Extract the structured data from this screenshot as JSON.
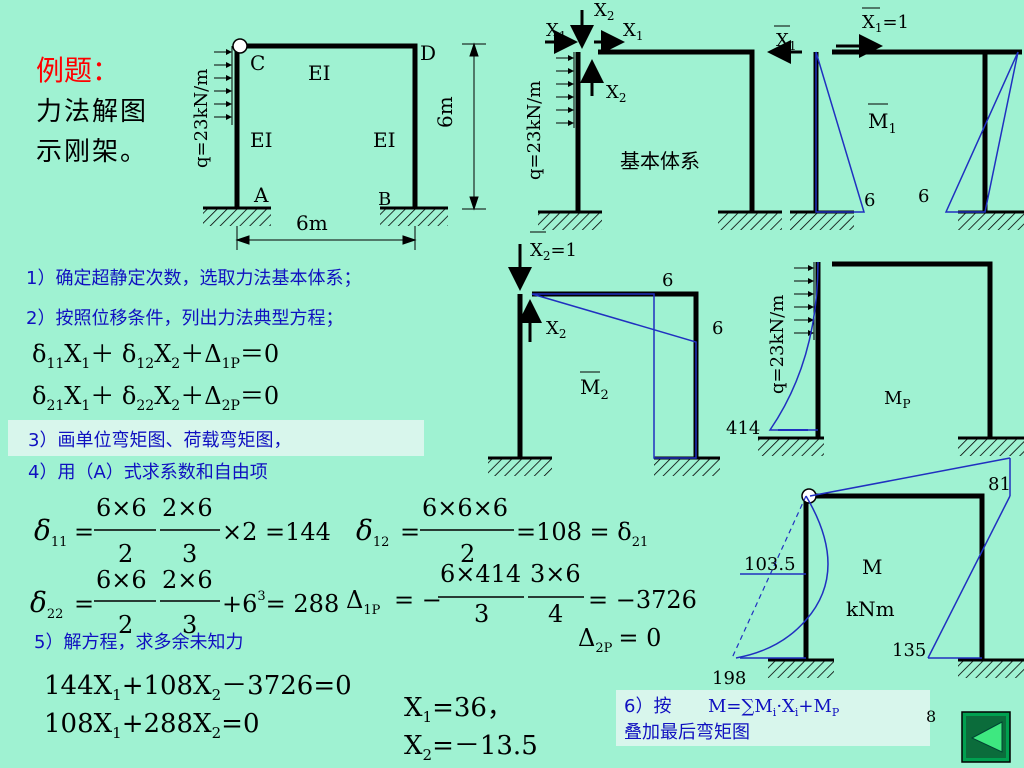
{
  "title": "例题：",
  "desc_line1": "力法解图",
  "desc_line2": "示刚架。",
  "frame": {
    "C": "C",
    "D": "D",
    "A": "A",
    "B": "B",
    "EI_top": "EI",
    "EI_left": "EI",
    "EI_right": "EI",
    "load": "q=23kN/m",
    "height": "6m",
    "width": "6m"
  },
  "basic_system": {
    "load": "q=23kN/m",
    "label": "基本体系",
    "X1a": "X",
    "X1a_sub": "1",
    "X2a": "X",
    "X2a_sub": "2",
    "X1b": "X",
    "X1b_sub": "1",
    "X2b": "X",
    "X2b_sub": "2"
  },
  "m1": {
    "force": "X",
    "force_sub": "1",
    "force_val": "=1",
    "force_left": "X",
    "force_left_sub": "1",
    "label": "M",
    "label_sub": "1",
    "v_left": "6",
    "v_right": "6"
  },
  "m2": {
    "force": "X",
    "force_sub": "2",
    "force_val": "=1",
    "X2": "X",
    "X2_sub": "2",
    "label": "M",
    "label_sub": "2",
    "v_top": "6",
    "v_right": "6"
  },
  "mp": {
    "load": "q=23kN/m",
    "label": "M",
    "label_sub": "P",
    "v_414": "414"
  },
  "m_final": {
    "label": "M",
    "unit": "kNm",
    "v81": "81",
    "v103": "103.5",
    "v135": "135",
    "v198": "198"
  },
  "steps": {
    "s1": "1）确定超静定次数，选取力法基本体系；",
    "s2": "2）按照位移条件，列出力法典型方程；",
    "s3": "3）画单位弯矩图、荷载弯矩图，",
    "s4": "4）用（A）式求系数和自由项",
    "s5": "5）解方程，求多余未知力",
    "s6a": "6）按",
    "s6b": "叠加最后弯矩图",
    "s6_formula": "M=∑M",
    "s6_formula_mid": "·X",
    "s6_formula_end": "+M",
    "s6_i": "i",
    "s6_P": "P"
  },
  "equations": {
    "eq1_a": "δ",
    "eq1_a_sub": "11",
    "eq1_b": "X",
    "eq1_b_sub": "1",
    "eq1_c": "＋ δ",
    "eq1_c_sub": "12",
    "eq1_d": "X",
    "eq1_d_sub": "2",
    "eq1_e": "＋Δ",
    "eq1_e_sub": "1P",
    "eq1_f": "＝0",
    "eq2_a": "δ",
    "eq2_a_sub": "21",
    "eq2_b": "X",
    "eq2_b_sub": "1",
    "eq2_c": "＋ δ",
    "eq2_c_sub": "22",
    "eq2_d": "X",
    "eq2_d_sub": "2",
    "eq2_e": "＋Δ",
    "eq2_e_sub": "2P",
    "eq2_f": "＝0"
  },
  "coef": {
    "d11": "δ",
    "d11_sub": "11",
    "d11_n1": "6×6",
    "d11_d1": "2",
    "d11_n2": "2×6",
    "d11_d2": "3",
    "d11_rest": "×2 =144",
    "d12": "δ",
    "d12_sub": "12",
    "d12_n": "6×6×6",
    "d12_d": "2",
    "d12_rest": "=108 = δ",
    "d12_rsub": "21",
    "d22": "δ",
    "d22_sub": "22",
    "d22_n1": "6×6",
    "d22_d1": "2",
    "d22_n2": "2×6",
    "d22_d2": "3",
    "d22_rest": "+6",
    "d22_exp": "3",
    "d22_end": "= 288",
    "D1P": "Δ",
    "D1P_sub": "1P",
    "D1P_eq": "= −",
    "D1P_n1": "6×414",
    "D1P_d1": "3",
    "D1P_n2": "3×6",
    "D1P_d2": "4",
    "D1P_rest": "= −3726",
    "D2P": "Δ",
    "D2P_sub": "2P",
    "D2P_rest": "= 0"
  },
  "solve": {
    "e1": "144X",
    "e1_s1": "1",
    "e1_m": "+108X",
    "e1_s2": "2",
    "e1_end": "－3726=0",
    "e2": "108X",
    "e2_s1": "1",
    "e2_m": "+288X",
    "e2_s2": "2",
    "e2_end": "=0",
    "x1": "X",
    "x1_sub": "1",
    "x1_val": "=36，",
    "x2": "X",
    "x2_sub": "2",
    "x2_val": "=－13.5"
  },
  "page_num": "8",
  "colors": {
    "bg": "#9ff2d2",
    "title": "#ff0000",
    "step": "#1010c0",
    "line": "#2030c0",
    "box": "#d8f6ec"
  }
}
